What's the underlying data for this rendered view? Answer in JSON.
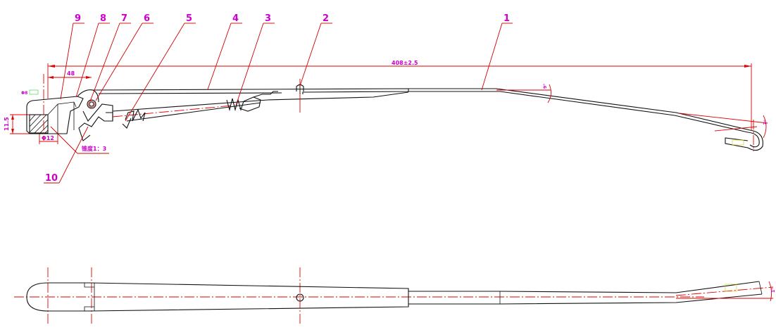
{
  "balloons": [
    {
      "id": "b1",
      "label": "1"
    },
    {
      "id": "b2",
      "label": "2"
    },
    {
      "id": "b3",
      "label": "3"
    },
    {
      "id": "b4",
      "label": "4"
    },
    {
      "id": "b5",
      "label": "5"
    },
    {
      "id": "b6",
      "label": "6"
    },
    {
      "id": "b7",
      "label": "7"
    },
    {
      "id": "b8",
      "label": "8"
    },
    {
      "id": "b9",
      "label": "9"
    },
    {
      "id": "b10",
      "label": "10"
    }
  ],
  "dimensions": {
    "overall_length": "408±2.5",
    "dim_48": "48",
    "dim_11_5": "11.5",
    "dim_phi12": "Φ12",
    "dim_phi8": "Φ8",
    "taper": "锥度1：3",
    "angle_a": "9°",
    "angle_b": "7°",
    "angle_c": "1°"
  },
  "colors": {
    "outline": "#111111",
    "dimension": "#e00000",
    "balloon_text": "#cc00cc",
    "green_note": "#33cc33",
    "yellow_note": "#cccc00"
  }
}
